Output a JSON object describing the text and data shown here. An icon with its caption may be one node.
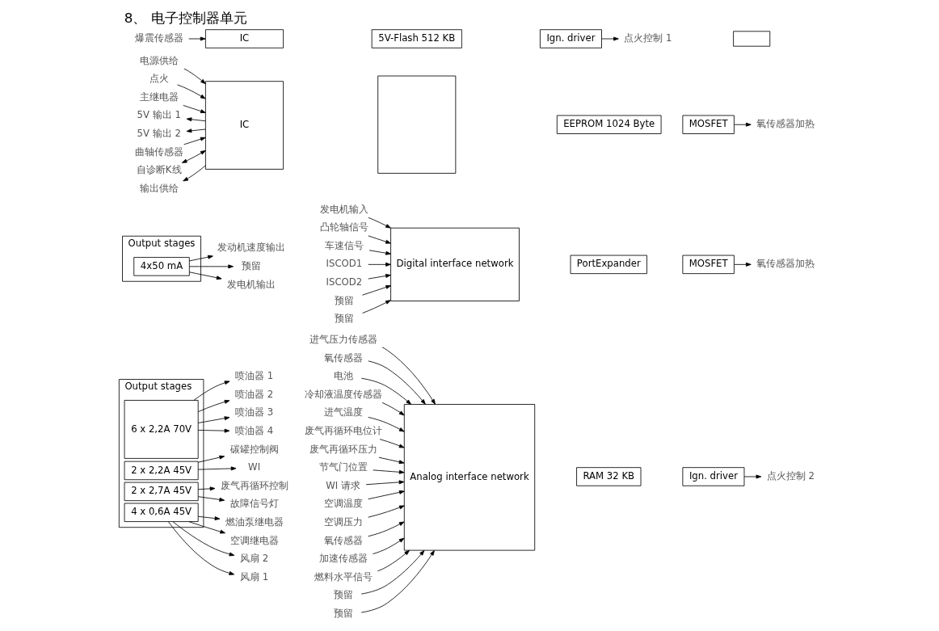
{
  "diagram": {
    "title": "8、 电子控制器单元",
    "nodes": [
      {
        "text": [
          "IC"
        ]
      },
      {
        "text": [
          "电源供给"
        ]
      },
      {
        "text": [
          "点火"
        ]
      },
      {
        "text": [
          "主继电器"
        ]
      },
      {
        "text": [
          "5V 输出 1"
        ]
      },
      {
        "text": [
          "5V 输出 2"
        ]
      },
      {
        "text": [
          "曲轴传感器"
        ]
      },
      {
        "text": [
          "自诊断K线"
        ]
      },
      {
        "text": [
          "输出供给"
        ]
      },
      {
        "text": [
          "IC"
        ]
      },
      {
        "text": [
          "爆震传感器"
        ]
      },
      {
        "text": [
          "Analog interface network"
        ]
      },
      {
        "text": [
          "进气压力传感器"
        ]
      },
      {
        "text": [
          "氧传感器"
        ]
      },
      {
        "text": [
          "电池"
        ]
      },
      {
        "text": [
          "冷却液温度传感器"
        ]
      },
      {
        "text": [
          "进气温度"
        ]
      },
      {
        "text": [
          "废气再循环电位计"
        ]
      },
      {
        "text": [
          "废气再循环压力"
        ]
      },
      {
        "text": [
          "节气门位置"
        ]
      },
      {
        "text": [
          "WI 请求"
        ]
      },
      {
        "text": [
          "空调温度"
        ]
      },
      {
        "text": [
          "空调压力"
        ]
      },
      {
        "text": [
          "氧传感器"
        ]
      },
      {
        "text": [
          "加速传感器"
        ]
      },
      {
        "text": [
          "燃料水平信号"
        ]
      },
      {
        "text": [
          "预留"
        ]
      },
      {
        "text": [
          "预留"
        ]
      },
      {
        "text": [
          "Digital interface network"
        ]
      },
      {
        "text": [
          "发电机输入"
        ]
      },
      {
        "text": [
          "凸轮轴信号"
        ]
      },
      {
        "text": [
          "车速信号"
        ]
      },
      {
        "text": [
          "ISCOD1"
        ]
      },
      {
        "text": [
          "ISCOD2"
        ]
      },
      {
        "text": [
          "预留"
        ]
      },
      {
        "text": [
          "预留"
        ]
      },
      {
        "text": [],
        "shape": "box"
      },
      {
        "text": [
          "5V-Flash 512 KB"
        ]
      },
      {
        "text": [
          "RAM 32 KB"
        ]
      },
      {
        "text": [
          "PortExpander"
        ]
      },
      {
        "text": [
          "EEPROM 1024 Byte"
        ]
      },
      {
        "text": [
          "Output stages"
        ]
      },
      {
        "text": [
          "6 x 2,2A 70V"
        ],
        "in": 41
      },
      {
        "text": [
          "2 x 2,2A 45V"
        ],
        "in": 41
      },
      {
        "text": [
          "2 x 2,7A 45V"
        ],
        "in": 41
      },
      {
        "text": [
          "4 x 0,6A 45V"
        ],
        "in": 41
      },
      {
        "text": [
          "喷油器 1"
        ]
      },
      {
        "text": [
          "喷油器 2"
        ]
      },
      {
        "text": [
          "喷油器 3"
        ]
      },
      {
        "text": [
          "喷油器 4"
        ]
      },
      {
        "text": [
          "碳罐控制阀"
        ]
      },
      {
        "text": [
          "WI"
        ]
      },
      {
        "text": [
          "废气再循环控制"
        ]
      },
      {
        "text": [
          "故障信号灯"
        ]
      },
      {
        "text": [
          "燃油泵继电器"
        ]
      },
      {
        "text": [
          "空调继电器"
        ]
      },
      {
        "text": [
          "风扇 2"
        ]
      },
      {
        "text": [
          "风扇 1"
        ]
      },
      {
        "text": [
          "Output stages"
        ]
      },
      {
        "text": [
          "4x50 mA"
        ],
        "in": 58
      },
      {
        "text": [
          "发动机速度输出"
        ]
      },
      {
        "text": [
          "预留"
        ]
      },
      {
        "text": [
          "发电机输出"
        ]
      },
      {
        "text": [
          "Ign. driver"
        ]
      },
      {
        "text": [
          "点火控制 1"
        ]
      },
      {
        "text": [
          "Ign. driver"
        ]
      },
      {
        "text": [
          "点火控制 2"
        ]
      },
      {
        "text": [
          "MOSFET"
        ]
      },
      {
        "text": [
          "氧传感器加热"
        ]
      },
      {
        "text": [
          "MOSFET"
        ]
      },
      {
        "text": [
          "氧传感器加热"
        ]
      },
      {
        "text": [],
        "shape": "box"
      }
    ],
    "edges": [
      {
        "from": 1,
        "to": 0,
        "arrow": "to"
      },
      {
        "from": 2,
        "to": 0,
        "arrow": "to"
      },
      {
        "from": 3,
        "to": 0,
        "arrow": "to"
      },
      {
        "from": 0,
        "to": 4,
        "arrow": "to"
      },
      {
        "from": 0,
        "to": 5,
        "arrow": "to"
      },
      {
        "from": 6,
        "to": 0,
        "arrow": "to"
      },
      {
        "from": 7,
        "to": 0,
        "arrow": "both"
      },
      {
        "from": 0,
        "to": 8,
        "arrow": "to"
      },
      {
        "from": 10,
        "to": 9,
        "arrow": "to"
      },
      {
        "from": 12,
        "to": 11,
        "arrow": "to"
      },
      {
        "from": 13,
        "to": 11,
        "arrow": "to"
      },
      {
        "from": 14,
        "to": 11,
        "arrow": "to"
      },
      {
        "from": 15,
        "to": 11,
        "arrow": "to"
      },
      {
        "from": 16,
        "to": 11,
        "arrow": "to"
      },
      {
        "from": 17,
        "to": 11,
        "arrow": "to"
      },
      {
        "from": 18,
        "to": 11,
        "arrow": "to"
      },
      {
        "from": 19,
        "to": 11,
        "arrow": "to"
      },
      {
        "from": 20,
        "to": 11,
        "arrow": "to"
      },
      {
        "from": 21,
        "to": 11,
        "arrow": "to"
      },
      {
        "from": 22,
        "to": 11,
        "arrow": "to"
      },
      {
        "from": 23,
        "to": 11,
        "arrow": "to"
      },
      {
        "from": 24,
        "to": 11,
        "arrow": "to"
      },
      {
        "from": 25,
        "to": 11,
        "arrow": "to"
      },
      {
        "from": 26,
        "to": 11,
        "arrow": "to"
      },
      {
        "from": 27,
        "to": 11,
        "arrow": "to"
      },
      {
        "from": 29,
        "to": 28,
        "arrow": "to"
      },
      {
        "from": 30,
        "to": 28,
        "arrow": "to"
      },
      {
        "from": 31,
        "to": 28,
        "arrow": "to"
      },
      {
        "from": 32,
        "to": 28,
        "arrow": "to"
      },
      {
        "from": 33,
        "to": 28,
        "arrow": "to"
      },
      {
        "from": 34,
        "to": 28,
        "arrow": "to"
      },
      {
        "from": 35,
        "to": 28,
        "arrow": "to"
      },
      {
        "from": 42,
        "to": 46,
        "arrow": "to"
      },
      {
        "from": 42,
        "to": 47,
        "arrow": "to"
      },
      {
        "from": 42,
        "to": 48,
        "arrow": "to"
      },
      {
        "from": 42,
        "to": 49,
        "arrow": "to"
      },
      {
        "from": 43,
        "to": 50,
        "arrow": "to"
      },
      {
        "from": 43,
        "to": 51,
        "arrow": "to"
      },
      {
        "from": 44,
        "to": 52,
        "arrow": "to"
      },
      {
        "from": 44,
        "to": 53,
        "arrow": "to"
      },
      {
        "from": 45,
        "to": 54,
        "arrow": "to"
      },
      {
        "from": 45,
        "to": 55,
        "arrow": "to"
      },
      {
        "from": 45,
        "to": 56,
        "arrow": "to"
      },
      {
        "from": 45,
        "to": 57,
        "arrow": "to"
      },
      {
        "from": 59,
        "to": 60,
        "arrow": "to"
      },
      {
        "from": 59,
        "to": 61,
        "arrow": "to"
      },
      {
        "from": 59,
        "to": 62,
        "arrow": "to"
      },
      {
        "from": 63,
        "to": 64,
        "arrow": "to"
      },
      {
        "from": 65,
        "to": 66,
        "arrow": "to"
      },
      {
        "from": 67,
        "to": 68,
        "arrow": "to"
      },
      {
        "from": 69,
        "to": 70,
        "arrow": "to"
      }
    ]
  }
}
